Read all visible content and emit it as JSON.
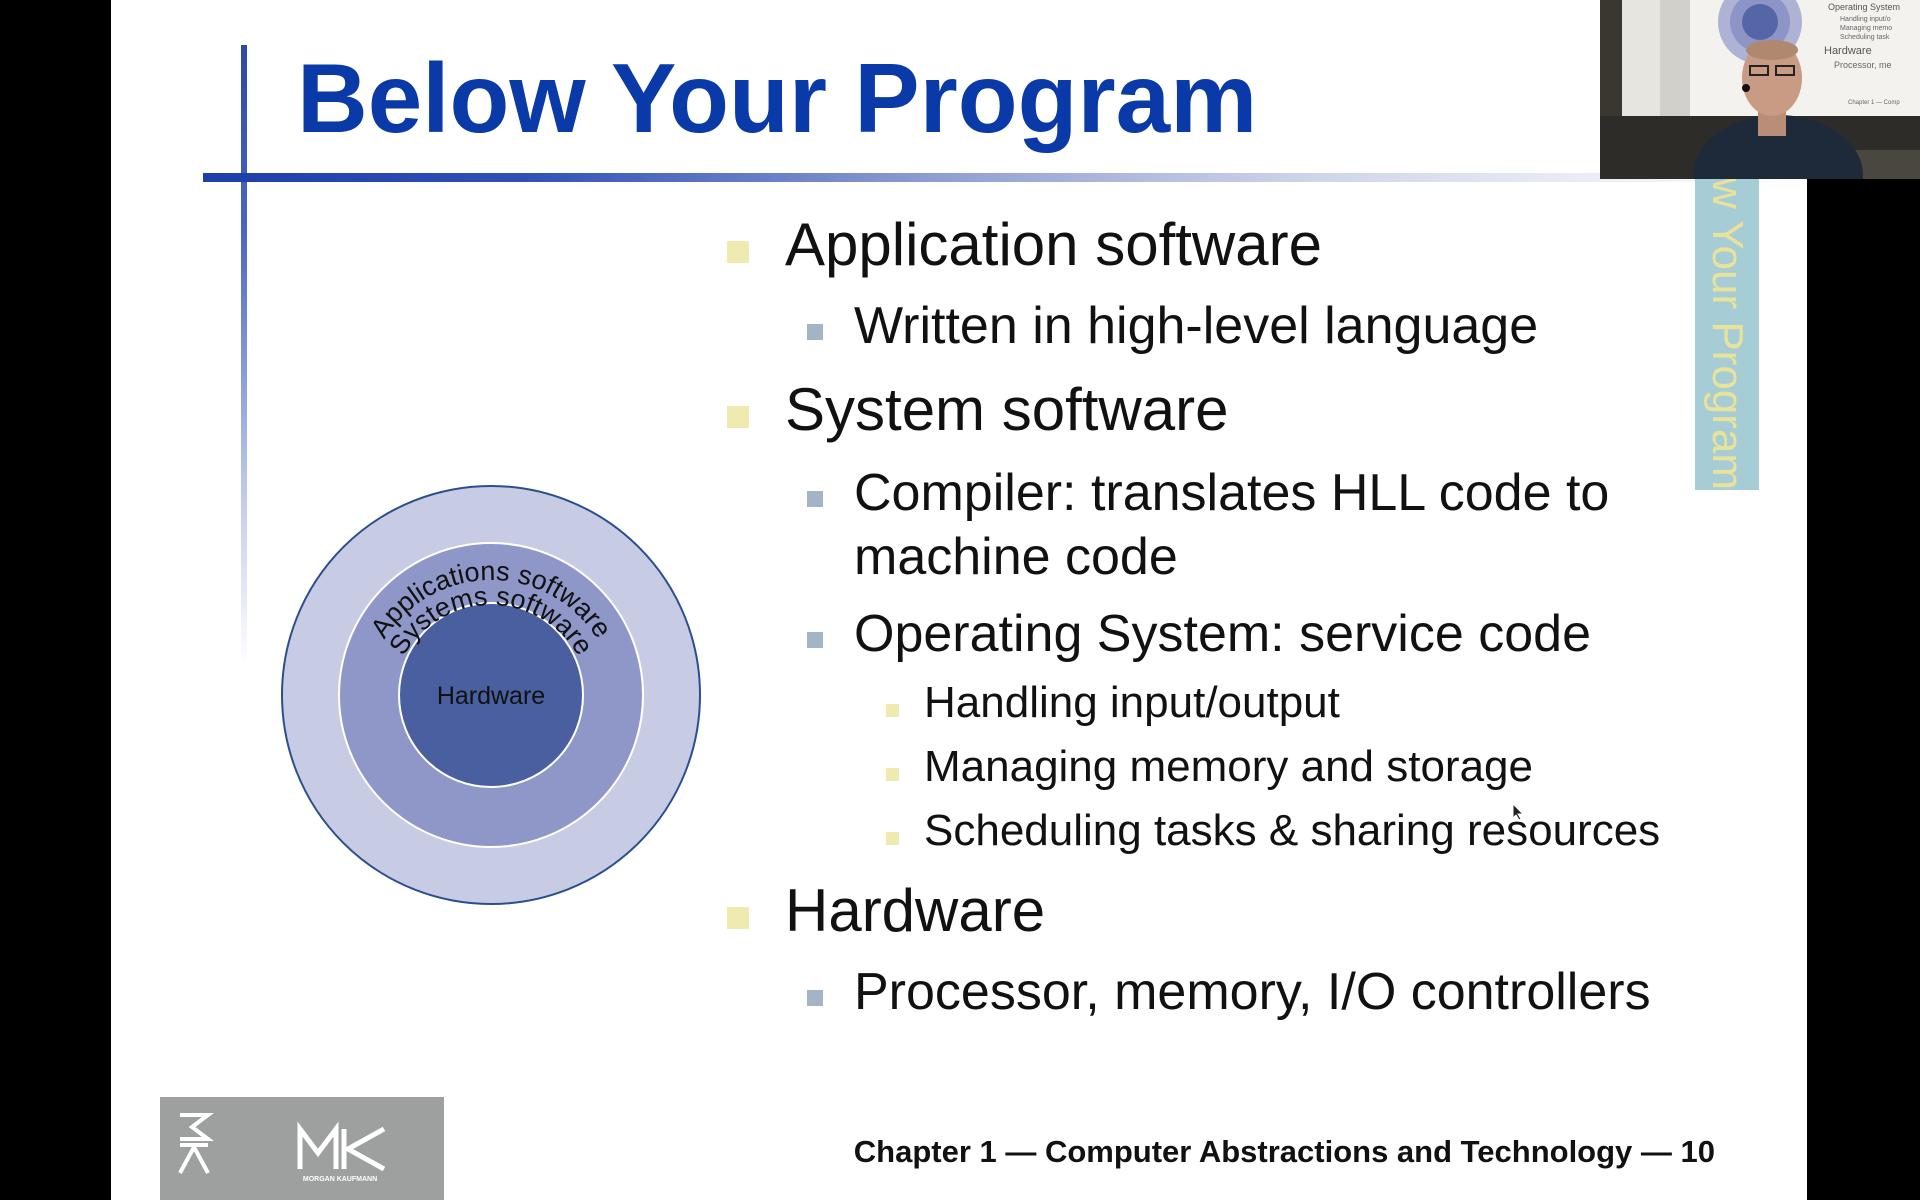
{
  "slide": {
    "title": "Below Your Program",
    "side_tab_text": "w Your Program",
    "footer": "Chapter 1 — Computer Abstractions and Technology — 10"
  },
  "diagram": {
    "outer_label": "Applications software",
    "middle_label": "Systems software",
    "inner_label": "Hardware",
    "colors": {
      "outer": "#c8cbe4",
      "middle": "#8f97c8",
      "inner": "#4a5fa0",
      "stroke": "#2a4f8f"
    }
  },
  "bullets": [
    {
      "text": "Application software",
      "level": 1
    },
    {
      "text": "Written in high-level language",
      "level": 2
    },
    {
      "text": "System software",
      "level": 1
    },
    {
      "text": "Compiler: translates HLL code to",
      "level": 2
    },
    {
      "text": "machine code",
      "level": "2-cont"
    },
    {
      "text": "Operating System: service code",
      "level": 2
    },
    {
      "text": "Handling input/output",
      "level": 3
    },
    {
      "text": "Managing memory and storage",
      "level": 3
    },
    {
      "text": "Scheduling tasks & sharing resources",
      "level": 3
    },
    {
      "text": "Hardware",
      "level": 1
    },
    {
      "text": "Processor, memory, I/O controllers",
      "level": 2
    }
  ],
  "logo": {
    "mark": "MK",
    "publisher": "MORGAN KAUFMANN"
  },
  "webcam": {
    "mini_slide_lines": [
      "Operating System",
      "Handling input/o",
      "Managing memo",
      "Scheduling task",
      "Hardware",
      "Processor, me",
      "Chapter 1 — Comp"
    ]
  },
  "colors": {
    "title": "#0a3aa8",
    "accent_bar": "#1e3ea8",
    "bullet_l1": "#eeeab0",
    "bullet_l2": "#a3b4c4",
    "side_tab": "#a6ccd6",
    "logo_bg": "#9da09e"
  }
}
